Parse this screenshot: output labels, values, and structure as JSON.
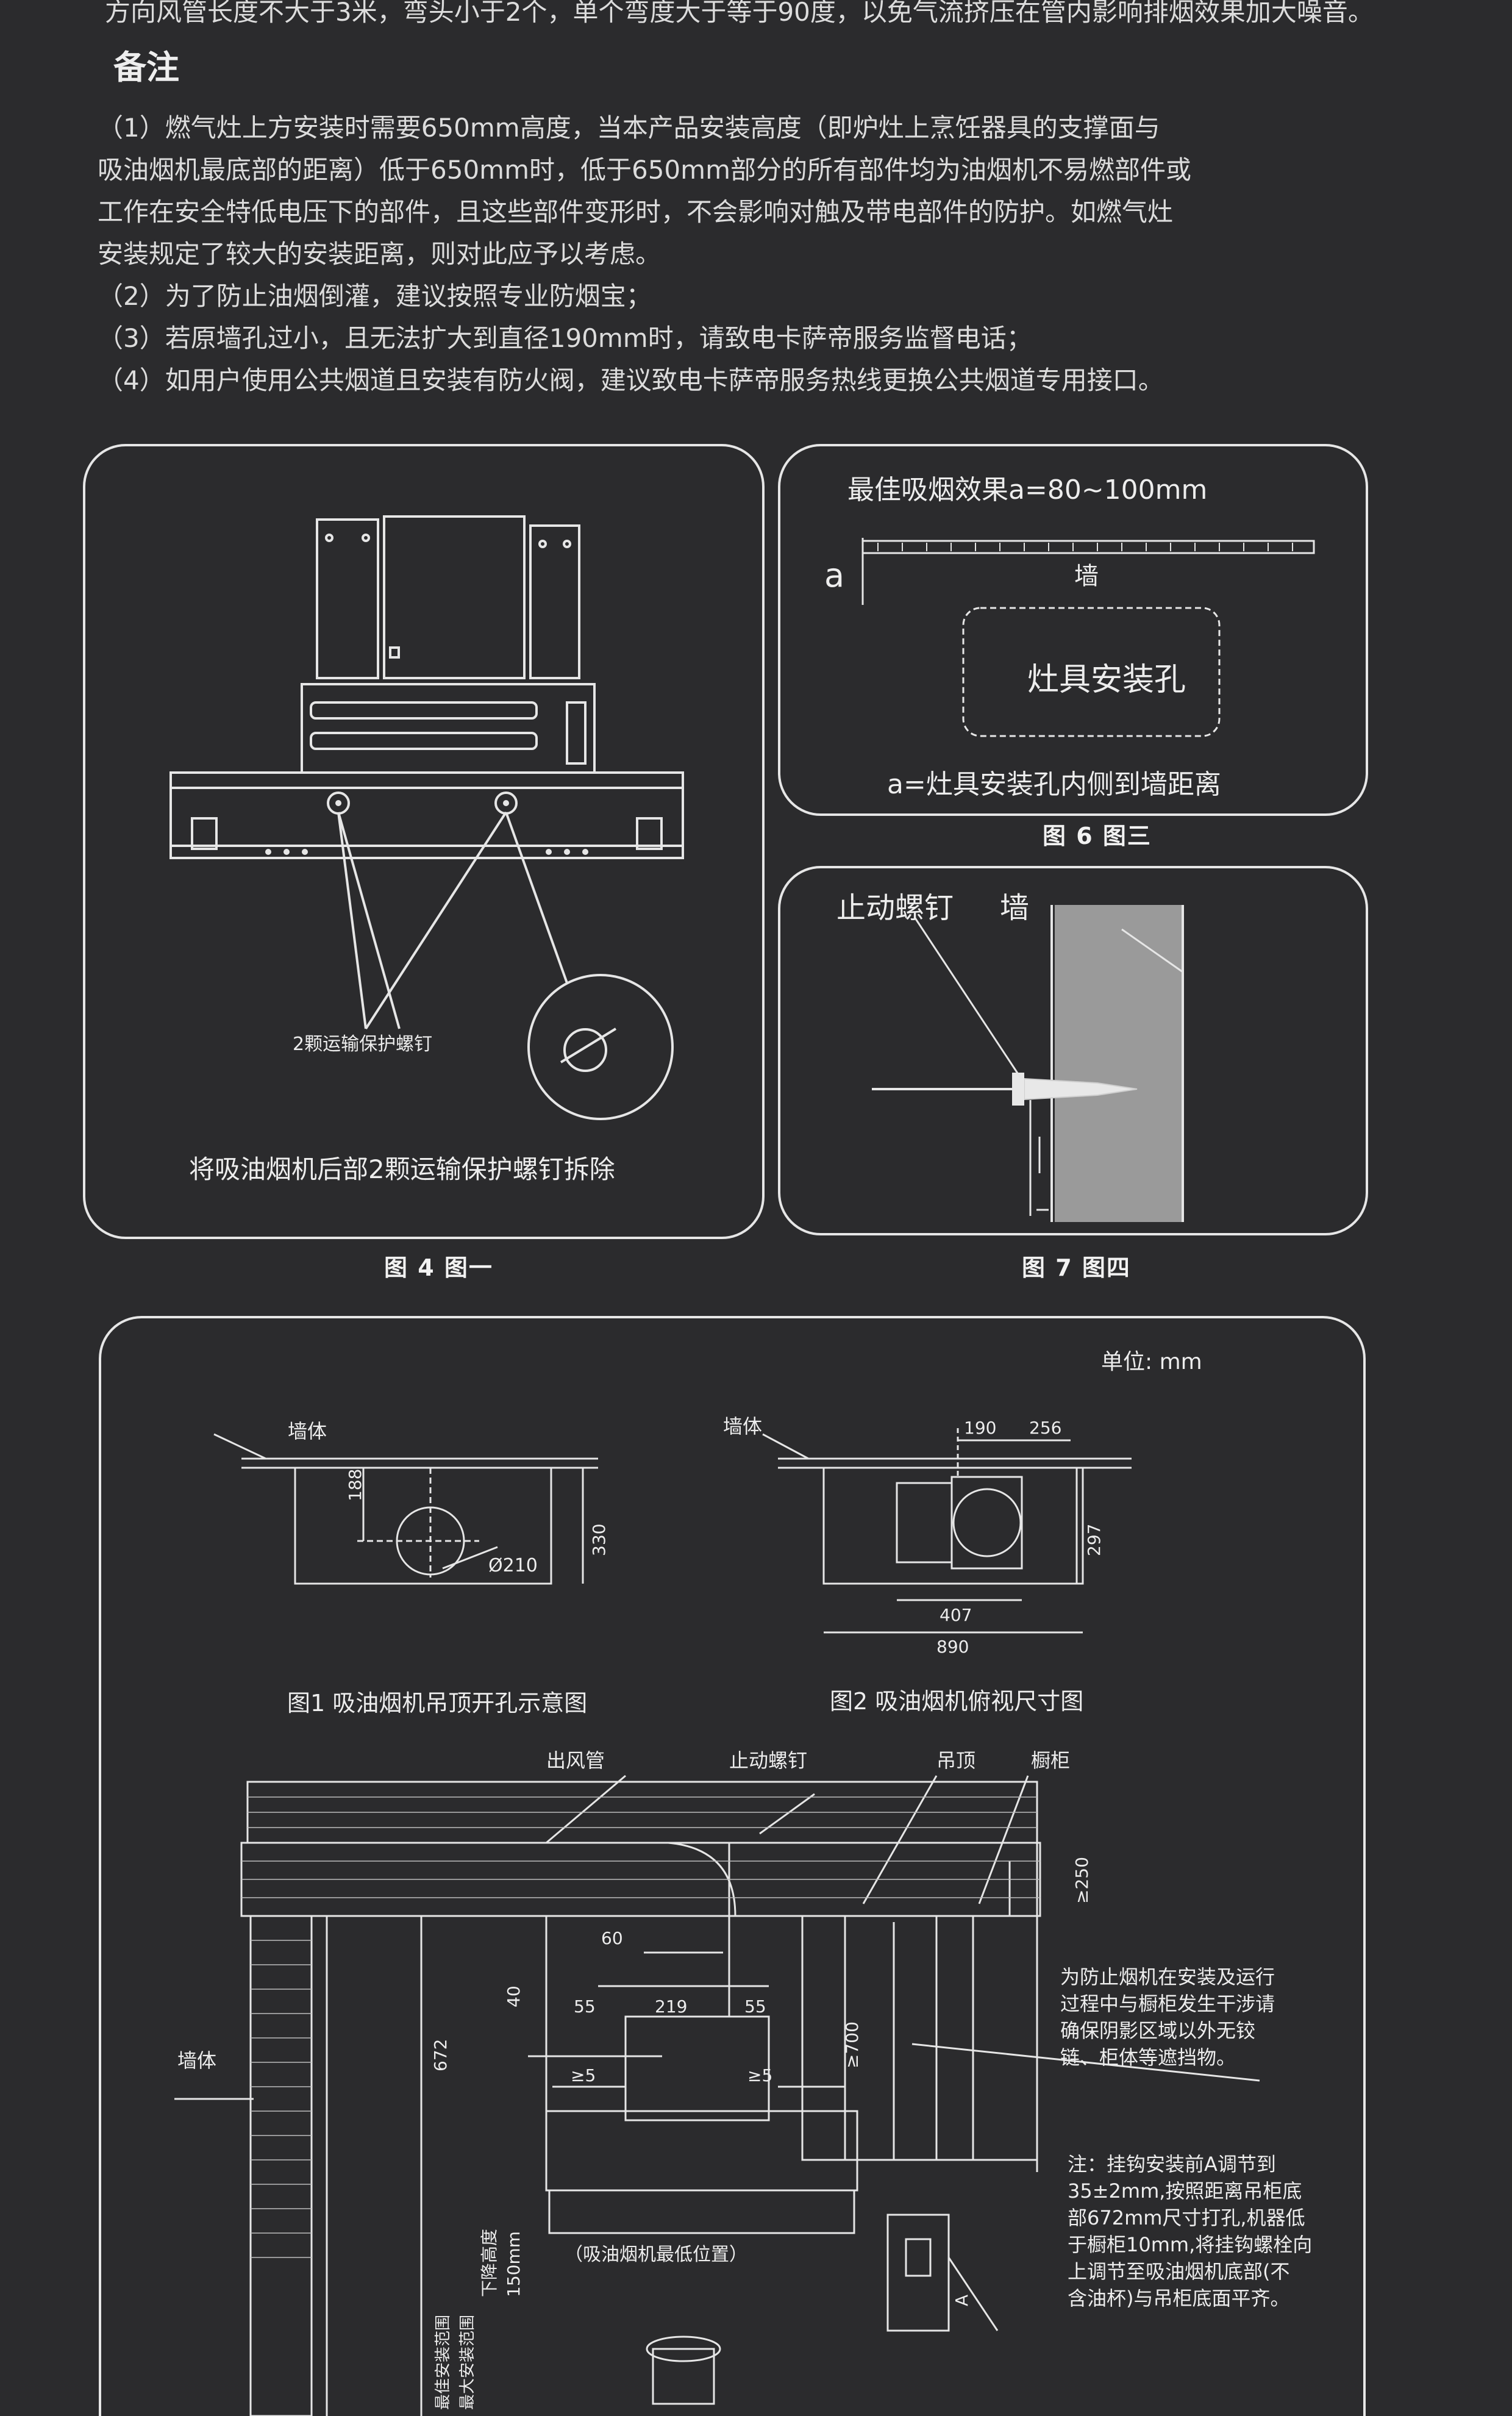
{
  "top_line": "方向风管长度不大于3米，弯头小于2个，单个弯度大于等于90度，以免气流挤压在管内影响排烟效果加大噪音。",
  "notes": {
    "heading": "备注",
    "lines": [
      "（1）燃气灶上方安装时需要650mm高度，当本产品安装高度（即炉灶上烹饪器具的支撑面与",
      "吸油烟机最底部的距离）低于650mm时，低于650mm部分的所有部件均为油烟机不易燃部件或",
      "工作在安全特低电压下的部件，且这些部件变形时，不会影响对触及带电部件的防护。如燃气灶",
      "安装规定了较大的安装距离，则对此应予以考虑。",
      "（2）为了防止油烟倒灌，建议按照专业防烟宝；",
      "（3）若原墙孔过小，且无法扩大到直径190mm时，请致电卡萨帝服务监督电话；",
      "（4）如用户使用公共烟道且安装有防火阀，建议致电卡萨帝服务热线更换公共烟道专用接口。"
    ]
  },
  "fig4": {
    "screw_label": "2颗运输保护螺钉",
    "instruction": "将吸油烟机后部2颗运输保护螺钉拆除",
    "caption": "图 4 图一"
  },
  "fig6": {
    "title": "最佳吸烟效果a=80~100mm",
    "a_label": "a",
    "wall_label": "墙",
    "hole_label": "灶具安装孔",
    "desc": "a=灶具安装孔内侧到墙距离",
    "caption": "图 6 图三"
  },
  "fig7": {
    "screw_label": "止动螺钉",
    "wall_label": "墙",
    "caption": "图 7 图四"
  },
  "dims": {
    "unit": "单位: mm",
    "d1": {
      "wall": "墙体",
      "dim188": "188",
      "dim330": "330",
      "dia": "Ø210",
      "caption": "图1 吸油烟机吊顶开孔示意图"
    },
    "d2": {
      "wall": "墙体",
      "dim190": "190",
      "dim256": "256",
      "dim297": "297",
      "dim407": "407",
      "dim890": "890",
      "caption": "图2 吸油烟机俯视尺寸图"
    },
    "d3": {
      "duct": "出风管",
      "screw": "止动螺钉",
      "ceiling": "吊顶",
      "cabinet": "橱柜",
      "wall": "墙体",
      "ge250": "≥250",
      "d60": "60",
      "d40": "40",
      "d55a": "55",
      "d219": "219",
      "d55b": "55",
      "d672": "672",
      "ge700": "≥700",
      "ge5a": "≥5",
      "ge5b": "≥5",
      "range_best": "最佳安装范围",
      "range_max": "最大安装范围",
      "lower_h": "下降高度",
      "d150": "150mm",
      "lowest": "（吸油烟机最低位置）",
      "a_mark": "A",
      "note_right": [
        "为防止烟机在安装及运行",
        "过程中与橱柜发生干涉请",
        "确保阴影区域以外无铰",
        "链、柜体等遮挡物。"
      ],
      "note_bottom": [
        "注：挂钩安装前A调节到",
        "35±2mm,按照距离吊柜底",
        "部672mm尺寸打孔,机器低",
        "于橱柜10mm,将挂钩螺栓向",
        "上调节至吸油烟机底部(不",
        "含油杯)与吊柜底面平齐。"
      ]
    }
  },
  "colors": {
    "background": "#2b2b2d",
    "line": "#e6e6e6",
    "text": "#dcdcdc",
    "wall_fill": "#9a9a9a"
  }
}
